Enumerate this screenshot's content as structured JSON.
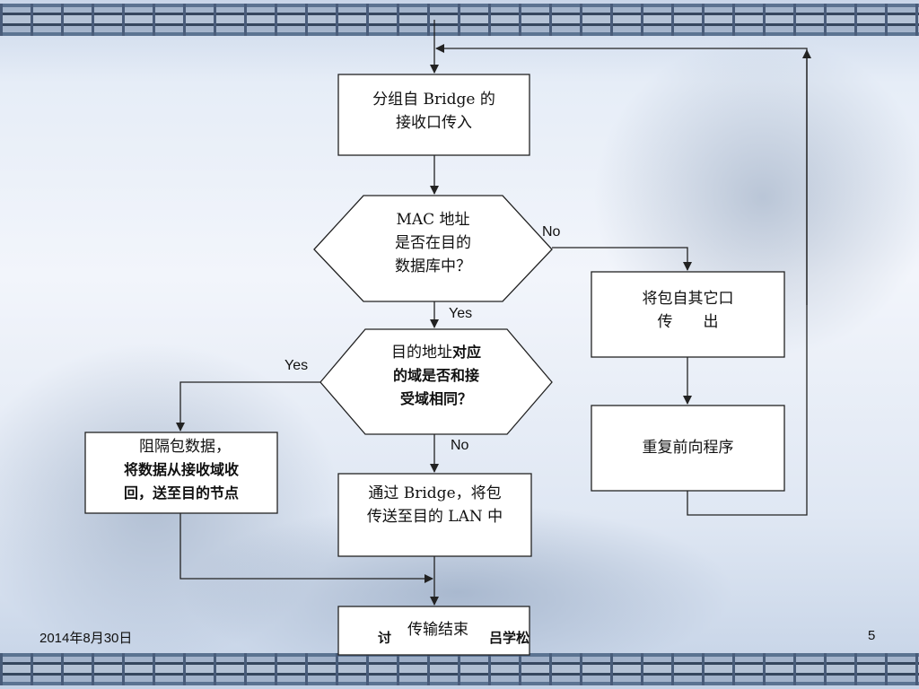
{
  "diagram": {
    "nodes": {
      "start": "分组自 Bridge 的\n接收口传入",
      "mac_check": "MAC 地址\n是否在目的\n数据库中？",
      "forward_other_line1": "将包自其它口",
      "forward_other_line2": "传　　出",
      "repeat": "重复前向程序",
      "domain_check_line1_plain": "目的地址",
      "domain_check_line1_bold": "对应",
      "domain_check_line2": "的域是否和接",
      "domain_check_line3": "受域相同？",
      "block_line1": "阻隔包数据，",
      "block_line2": "将数据从接收域收",
      "block_line3": "回，送至目的节点",
      "via_bridge_line1": "通过 Bridge，将包",
      "via_bridge_line2": "传送至目的 LAN 中",
      "end": "传输结束"
    },
    "edge_labels": {
      "mac_no": "No",
      "mac_yes": "Yes",
      "domain_yes": "Yes",
      "domain_no": "No"
    }
  },
  "footer": {
    "date": "2014年8月30日",
    "author_visible": "吕学松",
    "author_prefix": "讨",
    "page_number": "5"
  },
  "colors": {
    "line": "#222222",
    "box_fill": "#ffffff",
    "text": "#111111"
  }
}
